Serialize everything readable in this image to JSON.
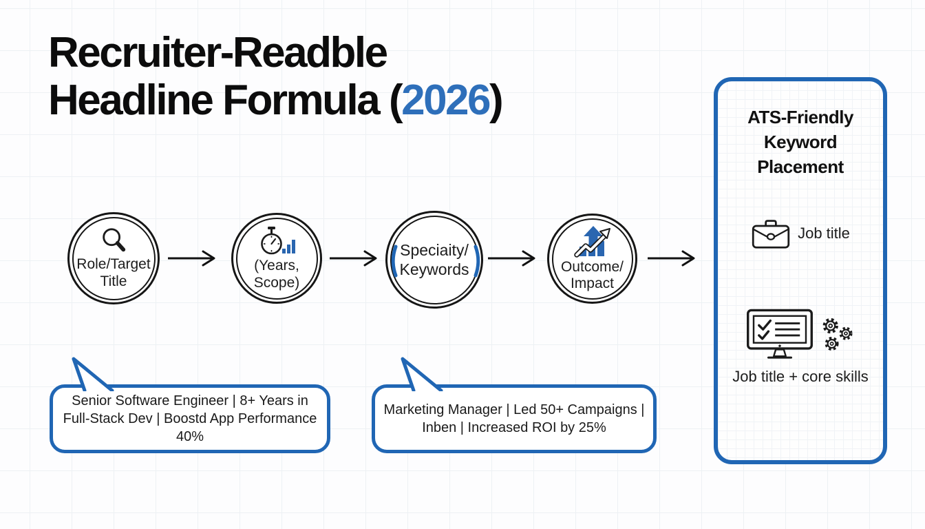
{
  "colors": {
    "accent": "#2066b4",
    "icon_blue": "#2a66b0",
    "ink": "#141414",
    "year_blue": "#2e6fba"
  },
  "title": {
    "line1": "Recruiter-Readble",
    "line2_before": "Headline Formula (",
    "year": "2026",
    "line2_after": ")"
  },
  "flow": {
    "steps": [
      {
        "icon": "search-icon",
        "line1": "Role/Target",
        "line2": "Title"
      },
      {
        "icon": "stopwatch-chart-icon",
        "line1": "(Years,",
        "line2": "Scope)"
      },
      {
        "icon": "none",
        "line1": "Speciaity/",
        "line2": "Keywords"
      },
      {
        "icon": "growth-arrow-icon",
        "line1": "Outcome/",
        "line2": "Impact"
      }
    ]
  },
  "examples": [
    {
      "line1": "Senior Software Engineer | 8+ Years in",
      "line2": "Full-Stack Dev | Boostd App Performance 40%"
    },
    {
      "line1": "Marketing Manager | Led 50+ Campaigns |",
      "line2": "Inben | Increased ROI by 25%"
    }
  ],
  "panel": {
    "title_line1": "ATS-Friendly",
    "title_line2": "Keyword",
    "title_line3": "Placement",
    "items": [
      {
        "icon": "briefcase-icon",
        "label": "Job title"
      },
      {
        "icon": "monitor-checklist-icon",
        "label": "Job title + core skills"
      }
    ]
  }
}
